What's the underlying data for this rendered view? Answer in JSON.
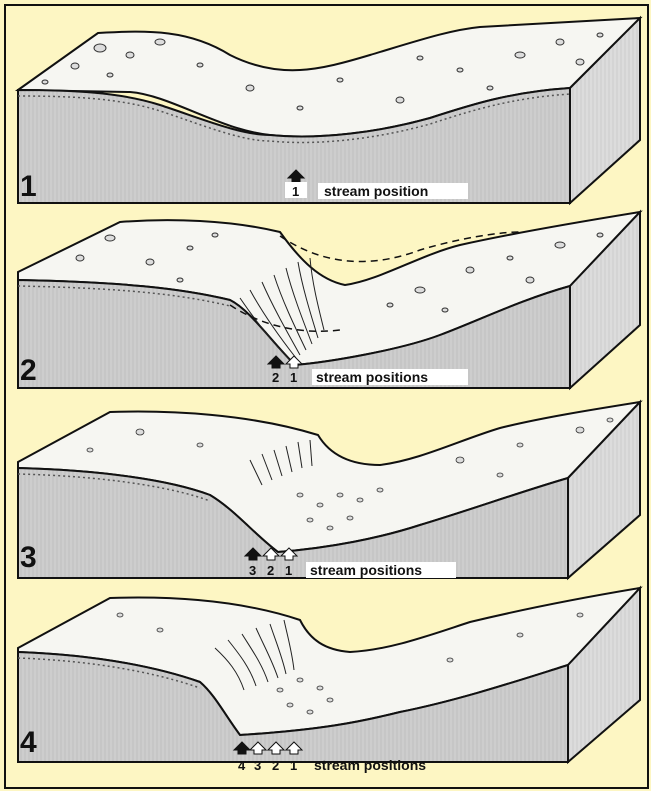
{
  "panels": [
    {
      "number": "1",
      "label": "stream position",
      "markers": [
        "1"
      ],
      "active": "1"
    },
    {
      "number": "2",
      "label": "stream positions",
      "markers": [
        "2",
        "1"
      ],
      "active": "2"
    },
    {
      "number": "3",
      "label": "stream positions",
      "markers": [
        "3",
        "2",
        "1"
      ],
      "active": "3"
    },
    {
      "number": "4",
      "label": "stream positions",
      "markers": [
        "4",
        "3",
        "2",
        "1"
      ],
      "active": "4"
    }
  ],
  "colors": {
    "background": "#fdf6c3",
    "block_front": "#cfcfcf",
    "block_side": "#e2e2e2",
    "surface": "#f7f7f4",
    "ink": "#111111"
  }
}
